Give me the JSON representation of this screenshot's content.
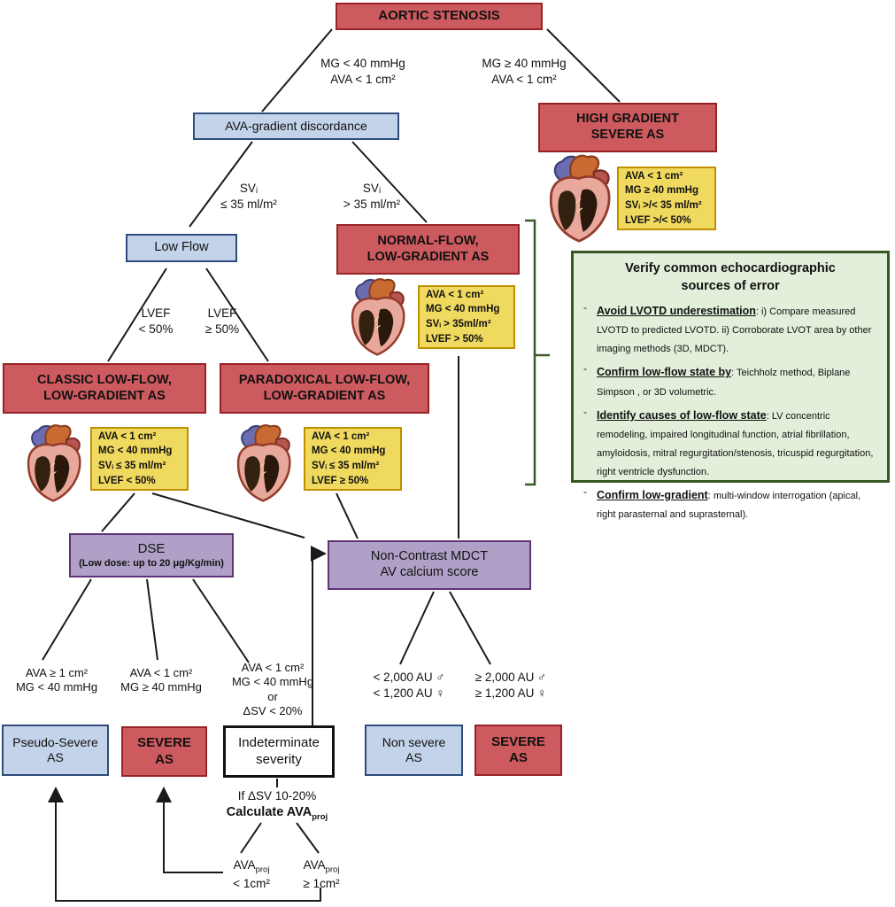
{
  "title": "Aortic stenosis assessment flowchart",
  "nodes": {
    "aortic": {
      "label": "AORTIC STENOSIS"
    },
    "discordance": {
      "label": "AVA-gradient discordance"
    },
    "high_gradient": {
      "line1": "HIGH GRADIENT",
      "line2": "SEVERE AS"
    },
    "low_flow": {
      "label": "Low Flow"
    },
    "normal_flow": {
      "line1": "NORMAL-FLOW,",
      "line2": "LOW-GRADIENT AS"
    },
    "classic": {
      "line1": "CLASSIC LOW-FLOW,",
      "line2": "LOW-GRADIENT AS"
    },
    "paradoxical": {
      "line1": "PARADOXICAL LOW-FLOW,",
      "line2": "LOW-GRADIENT AS"
    },
    "dse": {
      "line1": "DSE",
      "line2": "(Low dose: up to 20 μg/Kg/min)"
    },
    "mdct": {
      "line1": "Non-Contrast MDCT",
      "line2": "AV calcium score"
    },
    "pseudo_severe": {
      "line1": "Pseudo-Severe",
      "line2": "AS"
    },
    "severe_dse": {
      "line1": "SEVERE",
      "line2": "AS"
    },
    "indeterminate": {
      "line1": "Indeterminate",
      "line2": "severity"
    },
    "non_severe": {
      "line1": "Non severe",
      "line2": "AS"
    },
    "severe_mdct": {
      "line1": "SEVERE",
      "line2": "AS"
    }
  },
  "criteria": {
    "high_gradient": [
      "AVA < 1 cm²",
      "MG ≥ 40 mmHg",
      "SVᵢ >/< 35 ml/m²",
      "LVEF >/< 50%"
    ],
    "normal_flow": [
      "AVA < 1 cm²",
      "MG < 40 mmHg",
      "SVᵢ > 35ml/m²",
      "LVEF > 50%"
    ],
    "classic": [
      "AVA < 1 cm²",
      "MG < 40 mmHg",
      "SVᵢ ≤ 35 ml/m²",
      "LVEF < 50%"
    ],
    "paradoxical": [
      "AVA < 1 cm²",
      "MG < 40 mmHg",
      "SVᵢ ≤ 35 ml/m²",
      "LVEF ≥ 50%"
    ]
  },
  "branches": {
    "root_left": [
      "MG < 40 mmHg",
      "AVA < 1 cm²"
    ],
    "root_right": [
      "MG ≥ 40 mmHg",
      "AVA < 1 cm²"
    ],
    "svi_low": [
      "SVᵢ",
      "≤ 35 ml/m²"
    ],
    "svi_high": [
      "SVᵢ",
      "> 35 ml/m²"
    ],
    "lvef_low": [
      "LVEF",
      "< 50%"
    ],
    "lvef_high": [
      "LVEF",
      "≥ 50%"
    ],
    "dse_pseudo": [
      "AVA ≥ 1 cm²",
      "MG < 40 mmHg"
    ],
    "dse_severe": [
      "AVA < 1 cm²",
      "MG ≥ 40 mmHg"
    ],
    "dse_indeterminate": [
      "AVA < 1 cm²",
      "MG < 40 mmHg",
      "or",
      "ΔSV < 20%"
    ],
    "mdct_nonsevere": [
      "< 2,000 AU ♂",
      "< 1,200 AU ♀"
    ],
    "mdct_severe": [
      "≥ 2,000 AU ♂",
      "≥ 1,200 AU ♀"
    ],
    "calc_line1": "If ΔSV 10-20%",
    "calc_line2_main": "Calculate AVA",
    "calc_sub": "proj",
    "proj_low": {
      "main": "AVA",
      "sub": "proj",
      "value": "< 1cm²"
    },
    "proj_high": {
      "main": "AVA",
      "sub": "proj",
      "value": "≥ 1cm²"
    }
  },
  "error_box": {
    "title_line1": "Verify common echocardiographic",
    "title_line2": "sources of error",
    "bullet": "-",
    "items": [
      {
        "head": "Avoid LVOTD underestimation",
        "body": ": i) Compare measured LVOTD to predicted LVOTD. ii) Corroborate LVOT area by other imaging methods (3D, MDCT)."
      },
      {
        "head": "Confirm low-flow state by",
        "body": ": Teichholz method, Biplane Simpson , or 3D volumetric."
      },
      {
        "head": "Identify causes of low-flow state",
        "body": ": LV concentric remodeling, impaired longitudinal function, atrial fibrillation, amyloidosis, mitral regurgitation/stenosis, tricuspid regurgitation, right ventricle dysfunction."
      },
      {
        "head": "Confirm low-gradient",
        "body": ": multi-window interrogation (apical, right parasternal and suprasternal)."
      }
    ]
  },
  "colors": {
    "red_fill": "#cc5a5e",
    "red_border": "#992226",
    "blue_fill": "#c3d3e9",
    "blue_border": "#2f4d7c",
    "yellow_fill": "#f0d95f",
    "yellow_border": "#bf9000",
    "purple_fill": "#b0a0c8",
    "purple_border": "#5f3577",
    "green_fill": "#e2efda",
    "green_border": "#385723",
    "line_color": "#1a1a1a"
  },
  "icons": {
    "heart": "anatomical-heart-illustration"
  }
}
